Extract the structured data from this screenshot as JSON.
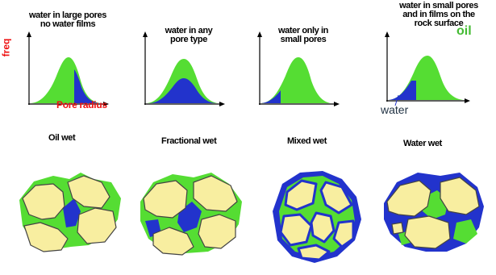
{
  "panels": [
    {
      "caption": [
        "water in large pores",
        "no water films"
      ],
      "wettability": "Oil wet"
    },
    {
      "caption": [
        "water in any",
        "pore type"
      ],
      "wettability": "Fractional wet"
    },
    {
      "caption": [
        "water only in",
        "small pores"
      ],
      "wettability": "Mixed wet"
    },
    {
      "caption": [
        "water in small pores",
        "and in films on the",
        "rock surface"
      ],
      "wettability": "Water wet"
    }
  ],
  "axis_labels": {
    "y": "freq",
    "x": "Pore radius"
  },
  "legend": {
    "oil": "oil",
    "water": "water"
  },
  "colors": {
    "oil": "#55dd33",
    "water": "#2233cc",
    "grain": "#f8eea0",
    "grain_edge": "#444444",
    "label_red": "#ee1111"
  }
}
